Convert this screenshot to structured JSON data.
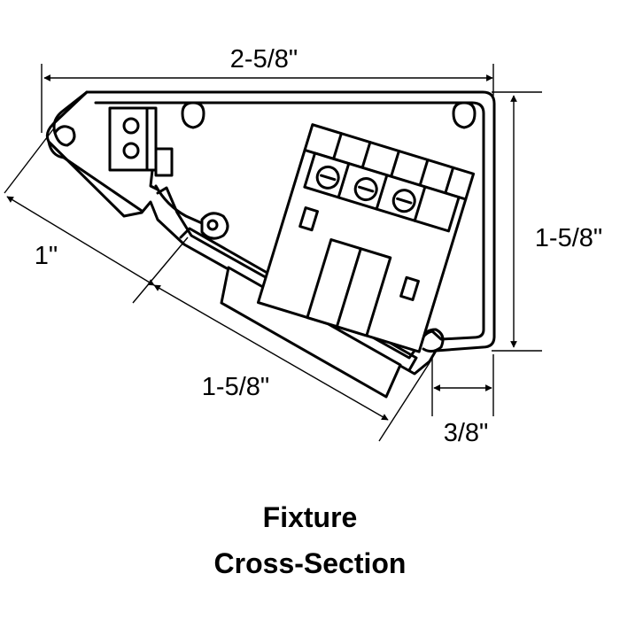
{
  "dimensions": {
    "top_width": "2-5/8\"",
    "right_height": "1-5/8\"",
    "bevel_small": "1\"",
    "bevel_large": "1-5/8\"",
    "bottom_lip": "3/8\""
  },
  "caption": {
    "line1": "Fixture",
    "line2": "Cross-Section"
  },
  "colors": {
    "stroke": "#000000",
    "background": "#ffffff"
  }
}
